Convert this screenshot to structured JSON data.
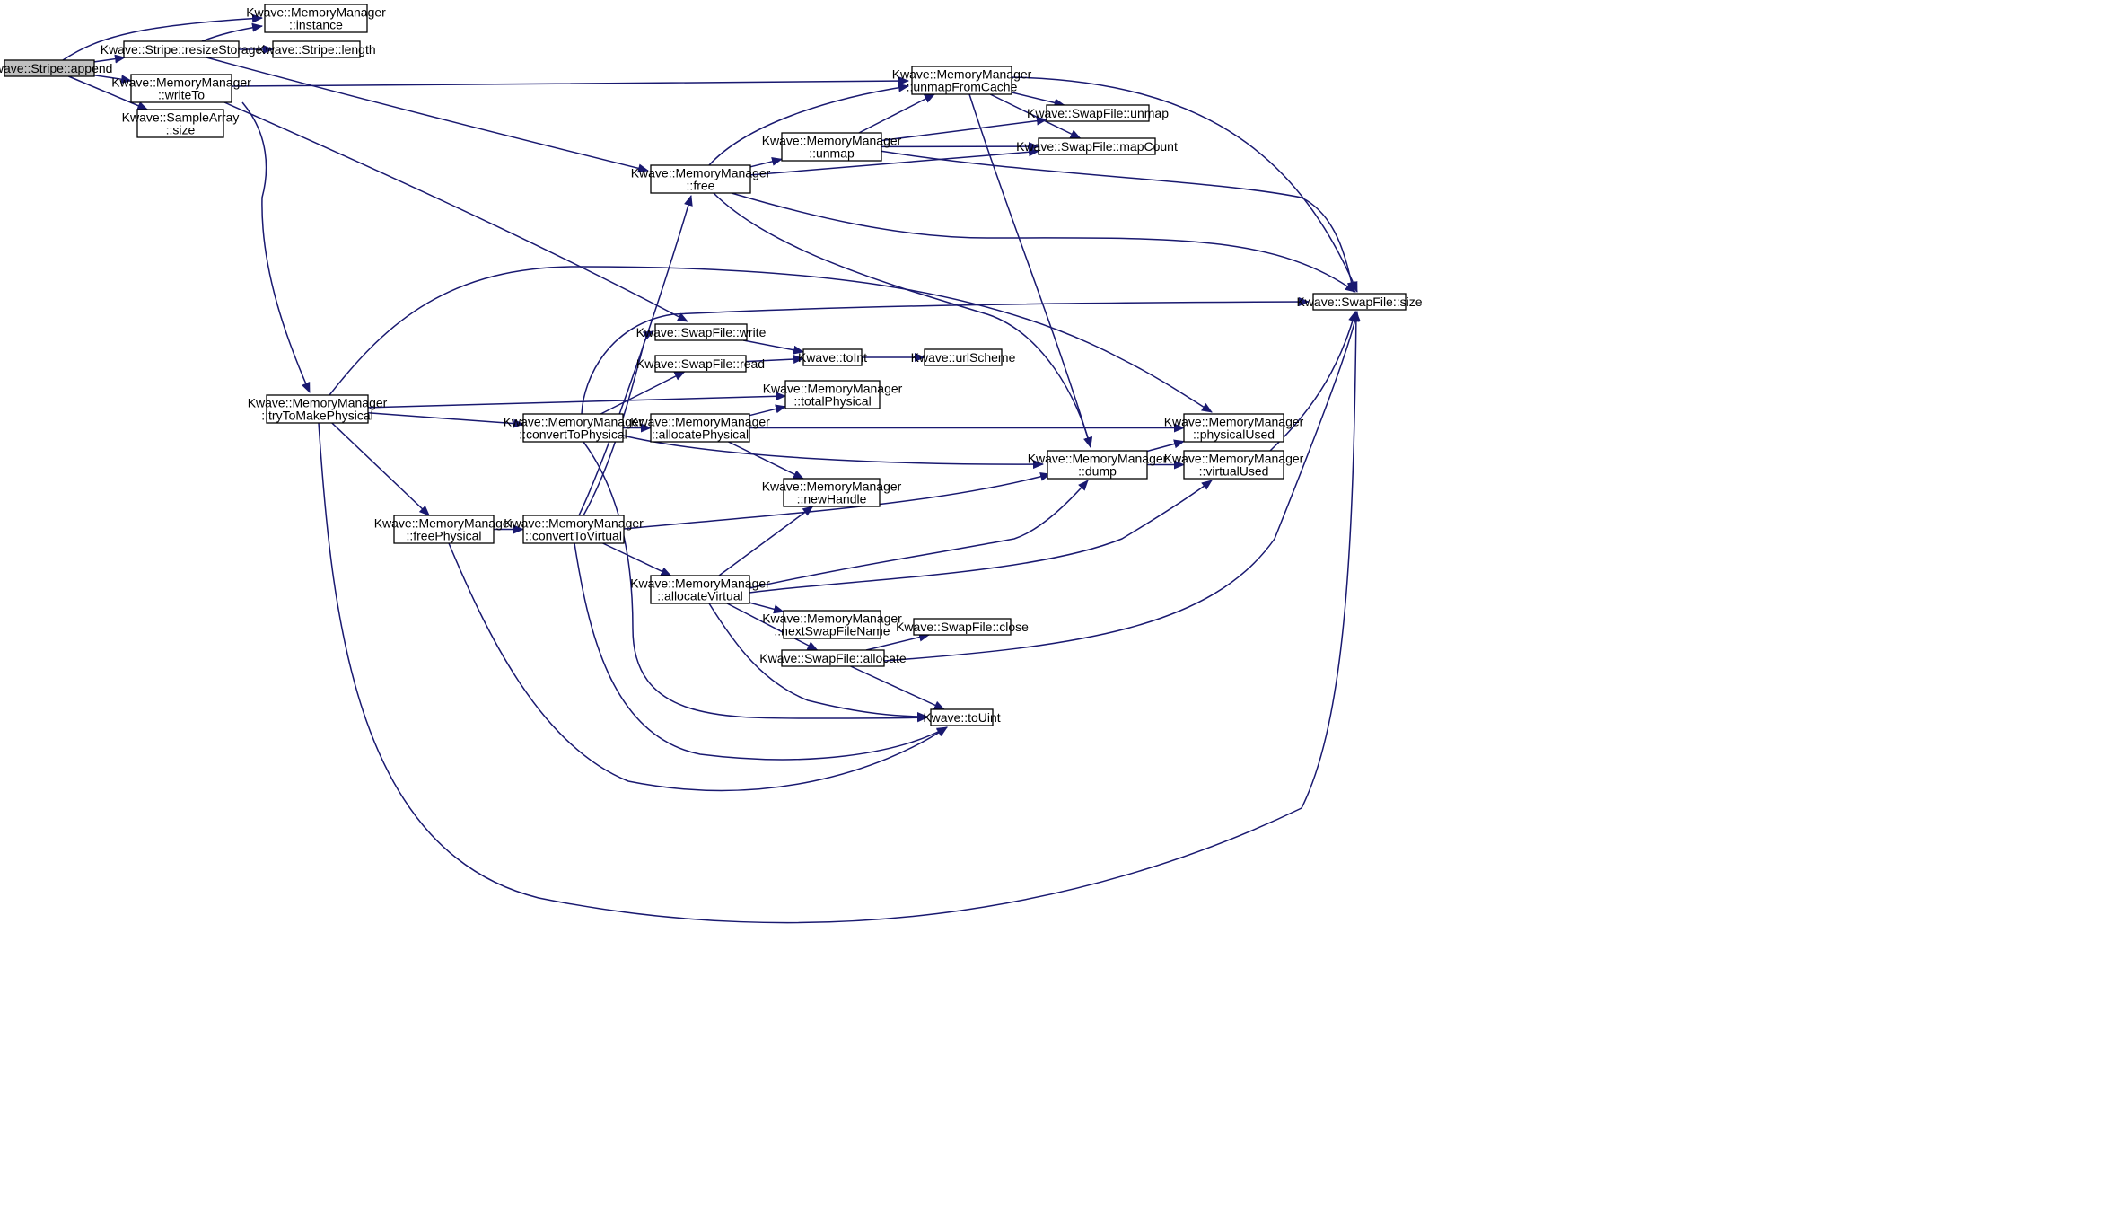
{
  "graph": {
    "type": "call-graph",
    "root": "append",
    "edge_color": "#191970",
    "root_fill": "#bfbfbf",
    "node_fill": "#ffffff",
    "nodes": [
      {
        "id": "append",
        "lines": [
          "Kwave::Stripe::append"
        ]
      },
      {
        "id": "instance",
        "lines": [
          "Kwave::MemoryManager",
          "::instance"
        ]
      },
      {
        "id": "resizeStorage",
        "lines": [
          "Kwave::Stripe::resizeStorage"
        ]
      },
      {
        "id": "length",
        "lines": [
          "Kwave::Stripe::length"
        ]
      },
      {
        "id": "writeTo",
        "lines": [
          "Kwave::MemoryManager",
          "::writeTo"
        ]
      },
      {
        "id": "sampleSize",
        "lines": [
          "Kwave::SampleArray",
          "::size"
        ]
      },
      {
        "id": "unmapFromCache",
        "lines": [
          "Kwave::MemoryManager",
          "::unmapFromCache"
        ]
      },
      {
        "id": "swapUnmap",
        "lines": [
          "Kwave::SwapFile::unmap"
        ]
      },
      {
        "id": "mapCount",
        "lines": [
          "Kwave::SwapFile::mapCount"
        ]
      },
      {
        "id": "mmUnmap",
        "lines": [
          "Kwave::MemoryManager",
          "::unmap"
        ]
      },
      {
        "id": "free",
        "lines": [
          "Kwave::MemoryManager",
          "::free"
        ]
      },
      {
        "id": "swapSize",
        "lines": [
          "Kwave::SwapFile::size"
        ]
      },
      {
        "id": "write",
        "lines": [
          "Kwave::SwapFile::write"
        ]
      },
      {
        "id": "read",
        "lines": [
          "Kwave::SwapFile::read"
        ]
      },
      {
        "id": "toInt",
        "lines": [
          "Kwave::toInt"
        ]
      },
      {
        "id": "urlScheme",
        "lines": [
          "Kwave::urlScheme"
        ]
      },
      {
        "id": "totalPhysical",
        "lines": [
          "Kwave::MemoryManager",
          "::totalPhysical"
        ]
      },
      {
        "id": "tryToMakePhysical",
        "lines": [
          "Kwave::MemoryManager",
          "::tryToMakePhysical"
        ]
      },
      {
        "id": "convertToPhysical",
        "lines": [
          "Kwave::MemoryManager",
          "::convertToPhysical"
        ]
      },
      {
        "id": "allocatePhysical",
        "lines": [
          "Kwave::MemoryManager",
          "::allocatePhysical"
        ]
      },
      {
        "id": "physicalUsed",
        "lines": [
          "Kwave::MemoryManager",
          "::physicalUsed"
        ]
      },
      {
        "id": "dump",
        "lines": [
          "Kwave::MemoryManager",
          "::dump"
        ]
      },
      {
        "id": "virtualUsed",
        "lines": [
          "Kwave::MemoryManager",
          "::virtualUsed"
        ]
      },
      {
        "id": "newHandle",
        "lines": [
          "Kwave::MemoryManager",
          "::newHandle"
        ]
      },
      {
        "id": "freePhysical",
        "lines": [
          "Kwave::MemoryManager",
          "::freePhysical"
        ]
      },
      {
        "id": "convertToVirtual",
        "lines": [
          "Kwave::MemoryManager",
          "::convertToVirtual"
        ]
      },
      {
        "id": "allocateVirtual",
        "lines": [
          "Kwave::MemoryManager",
          "::allocateVirtual"
        ]
      },
      {
        "id": "nextSwapFileName",
        "lines": [
          "Kwave::MemoryManager",
          "::nextSwapFileName"
        ]
      },
      {
        "id": "swapClose",
        "lines": [
          "Kwave::SwapFile::close"
        ]
      },
      {
        "id": "swapAllocate",
        "lines": [
          "Kwave::SwapFile::allocate"
        ]
      },
      {
        "id": "toUint",
        "lines": [
          "Kwave::toUint"
        ]
      }
    ],
    "edges": [
      [
        "append",
        "instance"
      ],
      [
        "append",
        "resizeStorage"
      ],
      [
        "append",
        "writeTo"
      ],
      [
        "append",
        "sampleSize"
      ],
      [
        "resizeStorage",
        "instance"
      ],
      [
        "resizeStorage",
        "length"
      ],
      [
        "resizeStorage",
        "free"
      ],
      [
        "writeTo",
        "unmapFromCache"
      ],
      [
        "writeTo",
        "write"
      ],
      [
        "writeTo",
        "tryToMakePhysical"
      ],
      [
        "unmapFromCache",
        "swapUnmap"
      ],
      [
        "unmapFromCache",
        "mapCount"
      ],
      [
        "unmapFromCache",
        "swapSize"
      ],
      [
        "unmapFromCache",
        "dump"
      ],
      [
        "mmUnmap",
        "unmapFromCache"
      ],
      [
        "mmUnmap",
        "swapUnmap"
      ],
      [
        "mmUnmap",
        "mapCount"
      ],
      [
        "mmUnmap",
        "swapSize"
      ],
      [
        "free",
        "unmapFromCache"
      ],
      [
        "free",
        "mmUnmap"
      ],
      [
        "free",
        "mapCount"
      ],
      [
        "free",
        "swapSize"
      ],
      [
        "free",
        "dump"
      ],
      [
        "write",
        "toInt"
      ],
      [
        "read",
        "toInt"
      ],
      [
        "toInt",
        "urlScheme"
      ],
      [
        "tryToMakePhysical",
        "physicalUsed"
      ],
      [
        "tryToMakePhysical",
        "totalPhysical"
      ],
      [
        "tryToMakePhysical",
        "convertToPhysical"
      ],
      [
        "tryToMakePhysical",
        "freePhysical"
      ],
      [
        "tryToMakePhysical",
        "swapSize"
      ],
      [
        "convertToPhysical",
        "swapSize"
      ],
      [
        "convertToPhysical",
        "read"
      ],
      [
        "convertToPhysical",
        "allocatePhysical"
      ],
      [
        "convertToPhysical",
        "dump"
      ],
      [
        "convertToPhysical",
        "toUint"
      ],
      [
        "allocatePhysical",
        "totalPhysical"
      ],
      [
        "allocatePhysical",
        "physicalUsed"
      ],
      [
        "allocatePhysical",
        "newHandle"
      ],
      [
        "dump",
        "physicalUsed"
      ],
      [
        "dump",
        "virtualUsed"
      ],
      [
        "virtualUsed",
        "swapSize"
      ],
      [
        "freePhysical",
        "convertToVirtual"
      ],
      [
        "freePhysical",
        "toUint"
      ],
      [
        "convertToVirtual",
        "write"
      ],
      [
        "convertToVirtual",
        "free"
      ],
      [
        "convertToVirtual",
        "dump"
      ],
      [
        "convertToVirtual",
        "allocateVirtual"
      ],
      [
        "convertToVirtual",
        "toUint"
      ],
      [
        "allocateVirtual",
        "newHandle"
      ],
      [
        "allocateVirtual",
        "dump"
      ],
      [
        "allocateVirtual",
        "virtualUsed"
      ],
      [
        "allocateVirtual",
        "nextSwapFileName"
      ],
      [
        "allocateVirtual",
        "swapAllocate"
      ],
      [
        "allocateVirtual",
        "toUint"
      ],
      [
        "swapAllocate",
        "swapClose"
      ],
      [
        "swapAllocate",
        "swapSize"
      ],
      [
        "swapAllocate",
        "toUint"
      ]
    ]
  }
}
